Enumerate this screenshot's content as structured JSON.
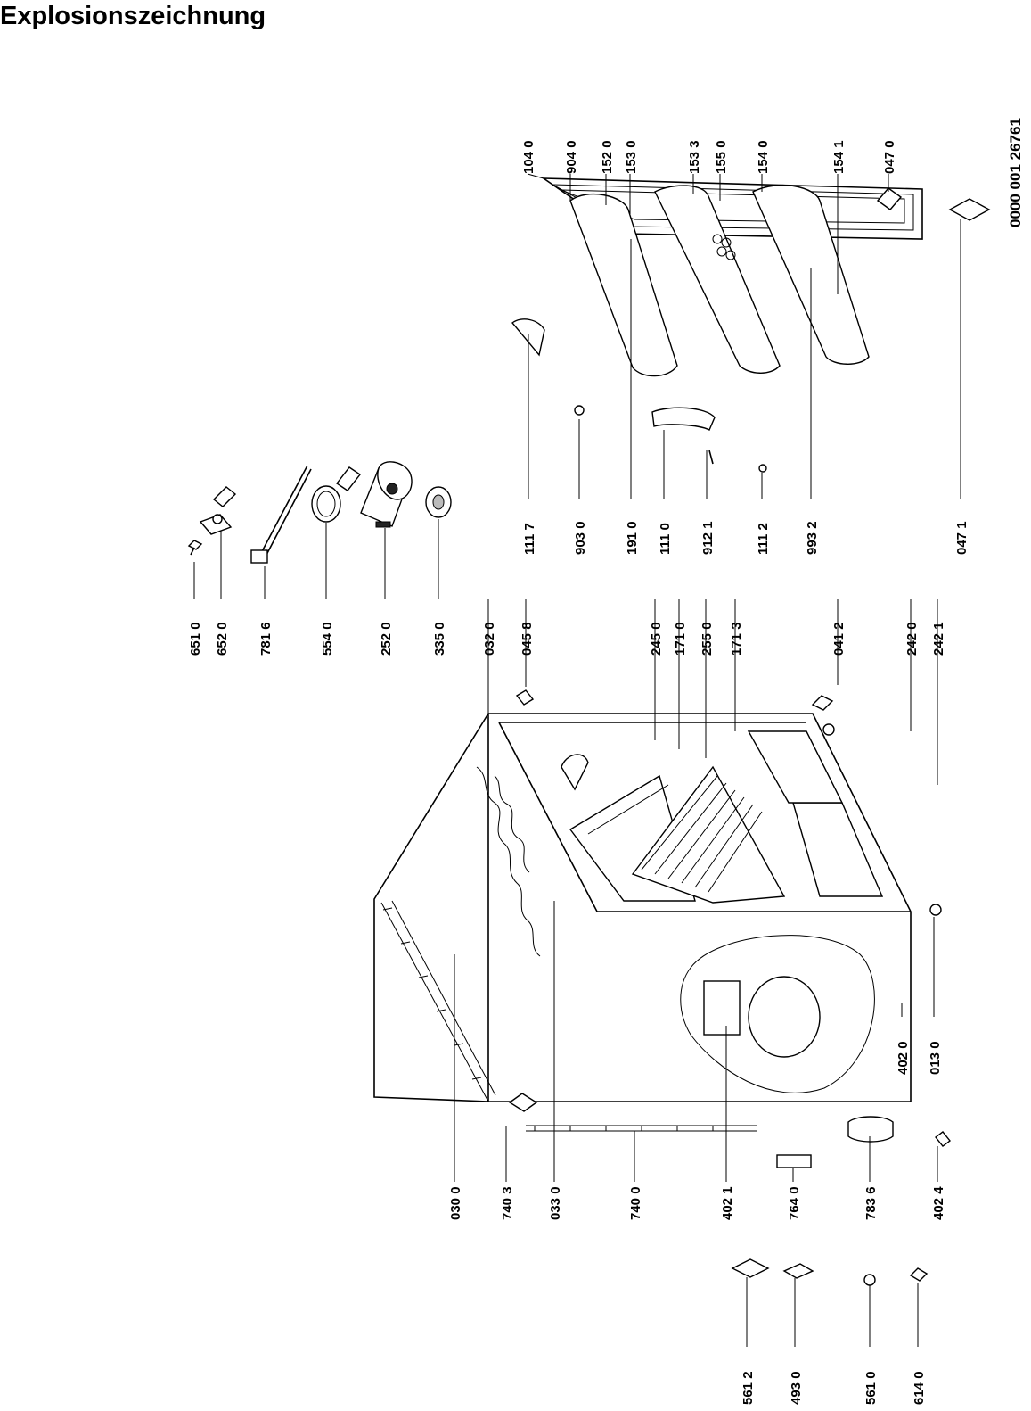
{
  "title": "Explosionszeichnung",
  "drawing_number": "0000 001 26761",
  "part_numbers": [
    "651 0",
    "652 0",
    "781 6",
    "554 0",
    "252 0",
    "335 0",
    "032 0",
    "045 8",
    "245 0",
    "171 0",
    "255 0",
    "171 3",
    "041 2",
    "242 0",
    "242 1",
    "111 7",
    "903 0",
    "191 0",
    "111 0",
    "912 1",
    "111 2",
    "993 2",
    "047 1",
    "104 0",
    "904 0",
    "152 0",
    "153 0",
    "153 3",
    "155 0",
    "154 0",
    "154 1",
    "047 0",
    "030 0",
    "740 3",
    "033 0",
    "740 0",
    "402 1",
    "764 0",
    "783 6",
    "402 4",
    "402 0",
    "013 0",
    "561 2",
    "493 0",
    "561 0",
    "614 0"
  ]
}
